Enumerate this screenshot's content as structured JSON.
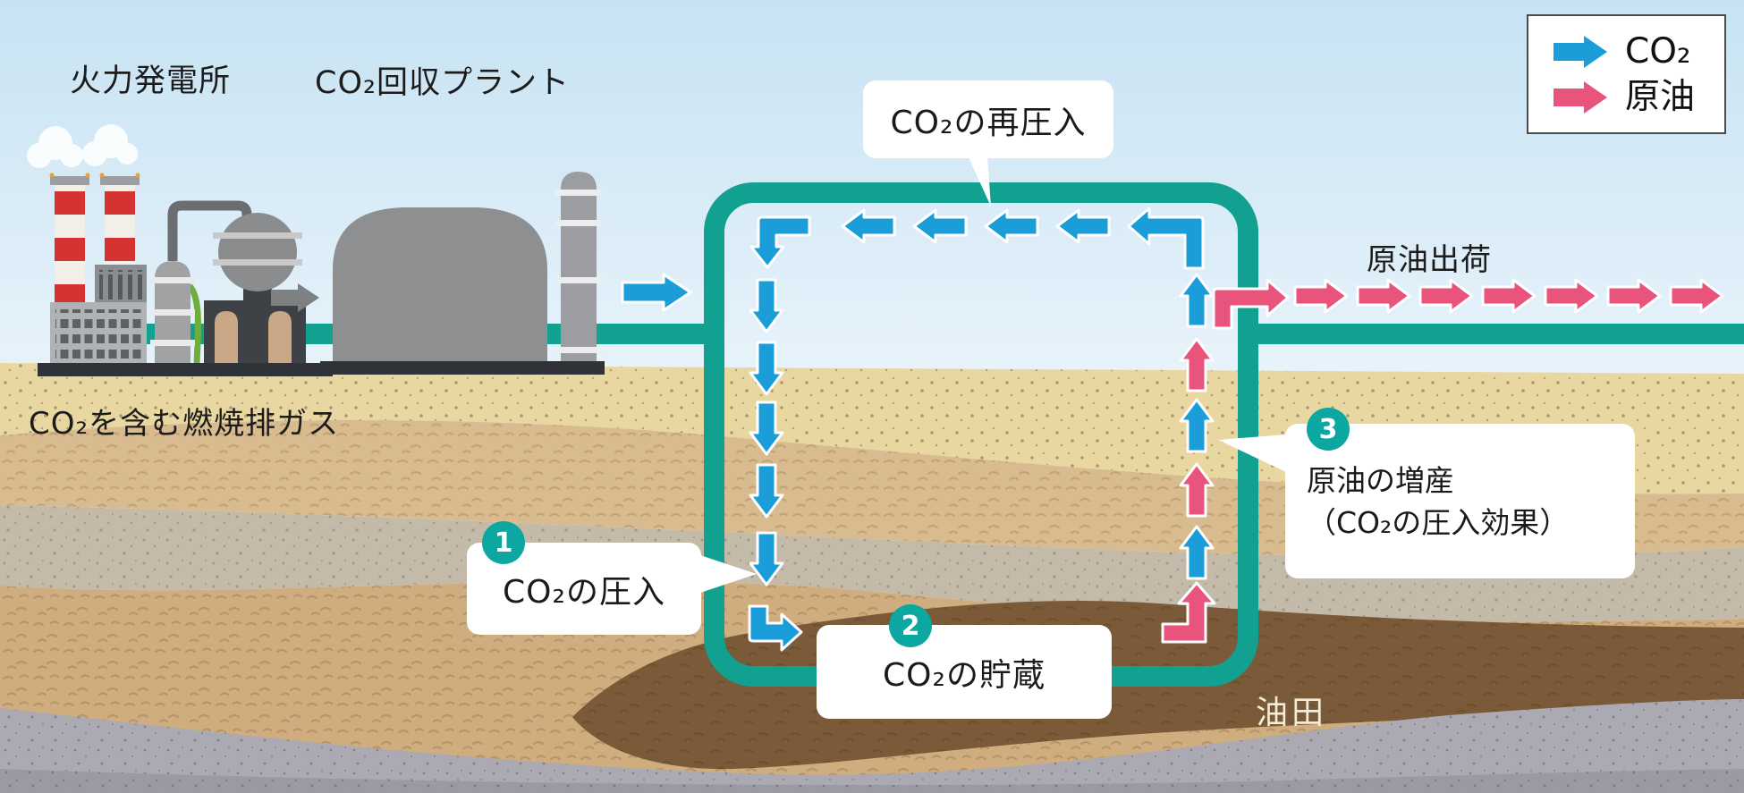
{
  "colors": {
    "co2_blue": "#1b9dd9",
    "oil_pink": "#e8547c",
    "pipe_teal": "#12a091",
    "badge_teal": "#0ba7a0"
  },
  "legend": {
    "co2_label": "CO₂",
    "oil_label": "原油"
  },
  "labels": {
    "thermal_power_plant": "火力発電所",
    "co2_capture_plant": "CO₂回収プラント",
    "flue_gas": "CO₂を含む燃焼排ガス",
    "crude_oil_shipment": "原油出荷",
    "oil_field": "油田"
  },
  "callouts": {
    "reinjection": {
      "text": "CO₂の再圧入"
    },
    "step1": {
      "number": "1",
      "text": "CO₂の圧入"
    },
    "step2": {
      "number": "2",
      "text": "CO₂の貯蔵"
    },
    "step3": {
      "number": "3",
      "line1": "原油の増産",
      "line2": "（CO₂の圧入効果）"
    }
  }
}
